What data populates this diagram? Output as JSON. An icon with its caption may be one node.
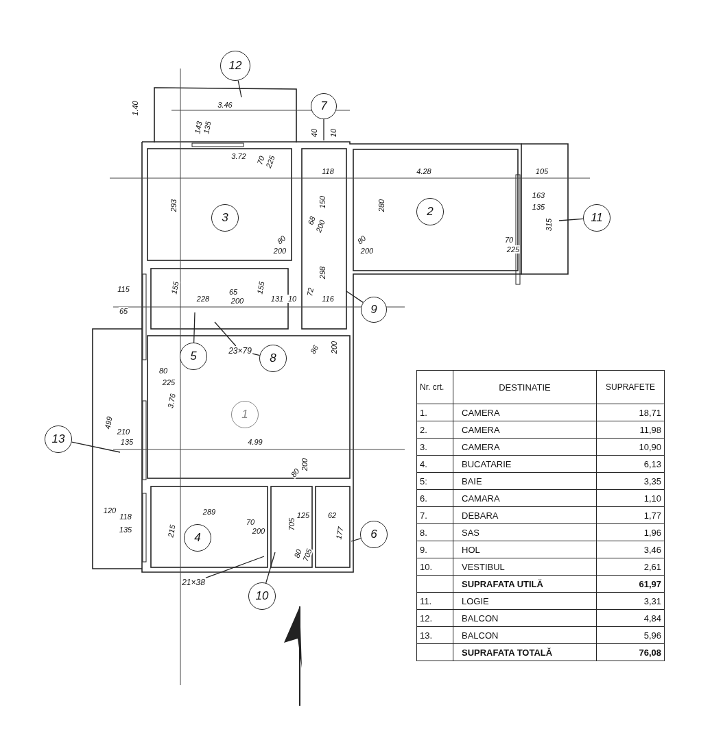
{
  "diagram": {
    "nodes": [
      {
        "text": [
          "12"
        ]
      },
      {
        "text": [
          "7"
        ]
      },
      {
        "text": [
          "3"
        ]
      },
      {
        "text": [
          "2"
        ]
      },
      {
        "text": [
          "11"
        ]
      },
      {
        "text": [
          "9"
        ]
      },
      {
        "text": [
          "23×79"
        ]
      },
      {
        "text": [
          "5"
        ]
      },
      {
        "text": [
          "8"
        ]
      },
      {
        "text": [
          "1"
        ]
      },
      {
        "text": [
          "13"
        ]
      },
      {
        "text": [
          "6"
        ]
      },
      {
        "text": [
          "4"
        ]
      },
      {
        "text": [
          "21×38"
        ]
      },
      {
        "text": [
          "10"
        ]
      }
    ],
    "edges": [
      {
        "from": 0,
        "to": null,
        "arrow": "none"
      },
      {
        "from": 1,
        "to": null,
        "arrow": "none"
      },
      {
        "from": 4,
        "to": null,
        "arrow": "none"
      },
      {
        "from": 5,
        "to": null,
        "arrow": "none"
      },
      {
        "from": 7,
        "to": null,
        "arrow": "none"
      },
      {
        "from": 8,
        "to": 6,
        "arrow": "none"
      },
      {
        "from": 6,
        "to": null,
        "arrow": "none"
      },
      {
        "from": 10,
        "to": null,
        "arrow": "none"
      },
      {
        "from": 11,
        "to": null,
        "arrow": "none"
      },
      {
        "from": 14,
        "to": null,
        "arrow": "none"
      },
      {
        "from": 13,
        "to": null,
        "arrow": "none"
      }
    ],
    "labels": [
      "3.46",
      "1.40",
      "143",
      "135",
      "3.72",
      "70",
      "225",
      "40",
      "10",
      "118",
      "4.28",
      "105",
      "293",
      "150",
      "280",
      "163",
      "135",
      "68",
      "200",
      "315",
      "80",
      "200",
      "80",
      "200",
      "70",
      "225",
      "298",
      "115",
      "65",
      "155",
      "228",
      "65",
      "200",
      "155",
      "131",
      "10",
      "72",
      "116",
      "86",
      "200",
      "80",
      "225",
      "3.76",
      "499",
      "210",
      "135",
      "4.99",
      "80",
      "200",
      "120",
      "118",
      "135",
      "289",
      "70",
      "200",
      "125",
      "62",
      "215",
      "705",
      "177",
      "80",
      "705",
      "Nr. crt.",
      "DESTINATIE",
      "SUPRAFETE",
      "1.",
      "CAMERA",
      "18,71",
      "2.",
      "CAMERA",
      "11,98",
      "3.",
      "CAMERA",
      "10,90",
      "4.",
      "BUCATARIE",
      "6,13",
      "5:",
      "BAIE",
      "3,35",
      "6.",
      "CAMARA",
      "1,10",
      "7.",
      "DEBARA",
      "1,77",
      "8.",
      "SAS",
      "1,96",
      "9.",
      "HOL",
      "3,46",
      "10.",
      "VESTIBUL",
      "2,61",
      "SUPRAFATA UTILĂ",
      "61,97",
      "11.",
      "LOGIE",
      "3,31",
      "12.",
      "BALCON",
      "4,84",
      "13.",
      "BALCON",
      "5,96",
      "SUPRAFATA TOTALĂ",
      "76,08"
    ]
  }
}
